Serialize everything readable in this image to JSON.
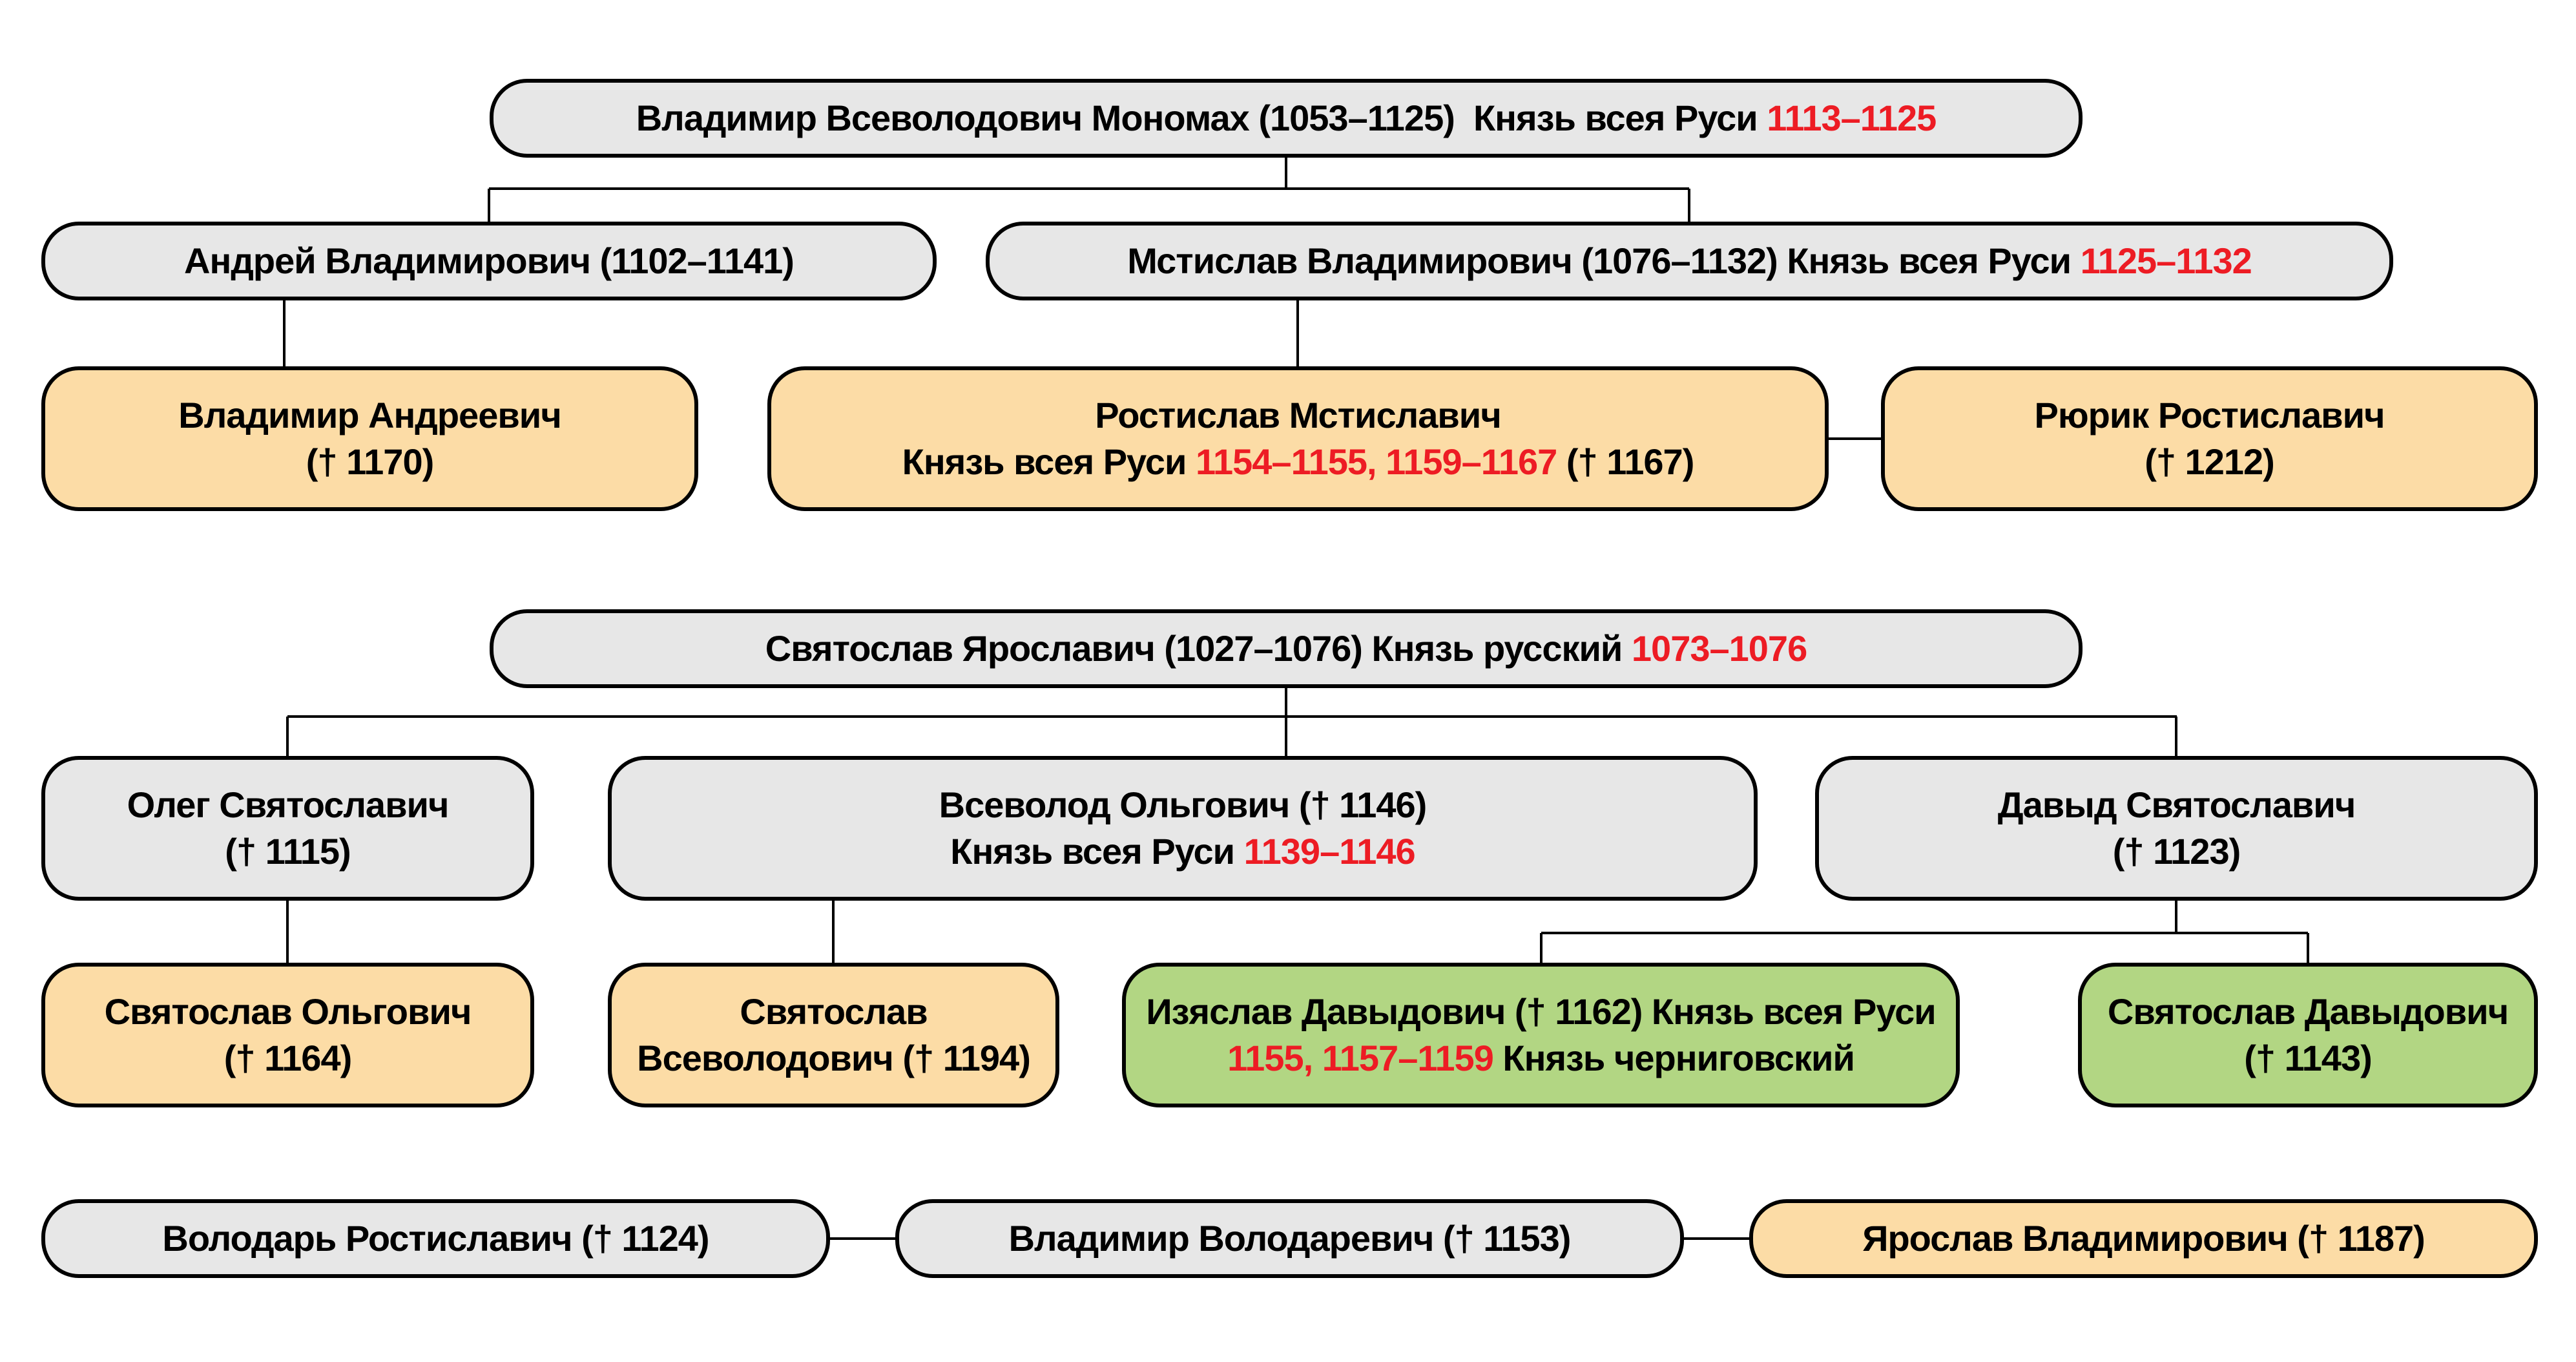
{
  "palette": {
    "background": "#ffffff",
    "border": "#000000",
    "text": "#000000",
    "reign_years_red": "#ed1c24",
    "grey_fill": "#e7e7e7",
    "orange_fill": "#fcdca6",
    "green_fill": "#b2d683"
  },
  "nodes": {
    "monomakh": {
      "type": "grey",
      "line1_pre": "Владимир Всеволодович Мономах (1053–1125)  Князь всея Руси ",
      "line1_red": "1113–1125"
    },
    "andrey": {
      "type": "grey",
      "line1_pre": "Андрей Владимирович (1102–1141)"
    },
    "mstislav": {
      "type": "grey",
      "line1_pre": "Мстислав Владимирович (1076–1132) Князь всея Руси ",
      "line1_red": "1125–1132"
    },
    "vladimir_andreevich": {
      "type": "orange",
      "line1_pre": "Владимир Андреевич",
      "line2_pre": "(† 1170)"
    },
    "rostislav": {
      "type": "orange",
      "line1_pre": "Ростислав Мстиславич",
      "line2_pre": "Князь всея Руси ",
      "line2_red": "1154–1155, 1159–1167",
      "line2_post": " († 1167)"
    },
    "ryurik": {
      "type": "orange",
      "line1_pre": "Рюрик Ростиславич",
      "line2_pre": "(† 1212)"
    },
    "svyatoslav_yaroslavich": {
      "type": "grey",
      "line1_pre": "Святослав Ярославич (1027–1076) Князь русский ",
      "line1_red": "1073–1076"
    },
    "oleg": {
      "type": "grey",
      "line1_pre": "Олег Святославич",
      "line2_pre": "(† 1115)"
    },
    "vsevolod": {
      "type": "grey",
      "line1_pre": "Всеволод Ольгович († 1146)",
      "line2_pre": "Князь всея Руси ",
      "line2_red": "1139–1146"
    },
    "davyd": {
      "type": "grey",
      "line1_pre": "Давыд Святославич",
      "line2_pre": "(† 1123)"
    },
    "svyatoslav_olgovich": {
      "type": "orange",
      "line1_pre": "Святослав Ольгович",
      "line2_pre": "(† 1164)"
    },
    "svyatoslav_vsevolodovich": {
      "type": "orange",
      "line1_pre": "Святослав",
      "line2_pre": "Всеволодович († 1194)"
    },
    "izyaslav": {
      "type": "green",
      "line1_pre": "Изяслав Давыдович († 1162) Князь всея Руси",
      "line2_red": "1155, 1157–1159",
      "line2_post": " Князь черниговский"
    },
    "svyatoslav_davydovich": {
      "type": "green",
      "line1_pre": "Святослав Давыдович",
      "line2_pre": "(† 1143)"
    },
    "volodar": {
      "type": "grey",
      "line1_pre": "Володарь Ростиславич († 1124)"
    },
    "vladimir_volodarevich": {
      "type": "grey",
      "line1_pre": "Владимир Володаревич († 1153)"
    },
    "yaroslav": {
      "type": "orange",
      "line1_pre": "Ярослав Владимирович († 1187)"
    }
  },
  "edges": [
    {
      "type": "parent",
      "from": "monomakh",
      "to": [
        "andrey",
        "mstislav"
      ]
    },
    {
      "type": "parent",
      "from": "andrey",
      "to": [
        "vladimir_andreevich"
      ]
    },
    {
      "type": "parent",
      "from": "mstislav",
      "to": [
        "rostislav"
      ]
    },
    {
      "type": "link",
      "from": "rostislav",
      "to": [
        "ryurik"
      ]
    },
    {
      "type": "parent",
      "from": "svyatoslav_yaroslavich",
      "to": [
        "oleg",
        "vsevolod",
        "davyd"
      ]
    },
    {
      "type": "parent",
      "from": "oleg",
      "to": [
        "svyatoslav_olgovich"
      ]
    },
    {
      "type": "parent",
      "from": "vsevolod",
      "to": [
        "svyatoslav_vsevolodovich"
      ]
    },
    {
      "type": "parent",
      "from": "davyd",
      "to": [
        "izyaslav",
        "svyatoslav_davydovich"
      ]
    },
    {
      "type": "link",
      "from": "volodar",
      "to": [
        "vladimir_volodarevich"
      ]
    },
    {
      "type": "link",
      "from": "vladimir_volodarevich",
      "to": [
        "yaroslav"
      ]
    }
  ]
}
